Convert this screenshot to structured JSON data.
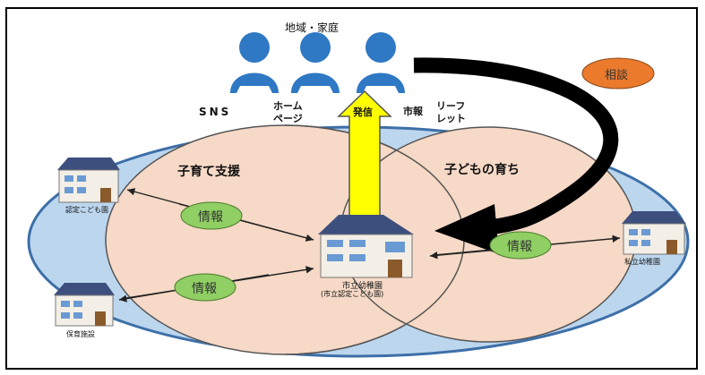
{
  "top_group": {
    "label": "地域・家庭"
  },
  "channels": {
    "sns": "SNS",
    "homepage_line1": "ホーム",
    "homepage_line2": "ページ",
    "city_newsletter": "市報",
    "leaflet_line1": "リーフ",
    "leaflet_line2": "レット"
  },
  "arrows": {
    "send": "発信",
    "consult": "相談"
  },
  "regions": {
    "left": "子育て支援",
    "right": "子どもの育ち"
  },
  "info_label": "情報",
  "facilities": {
    "center_line1": "市立幼稚園",
    "center_line2": "(市立認定こども園)",
    "certified": "認定こども園",
    "nursery": "保育施設",
    "private_kindergarten": "私立幼稚園"
  },
  "colors": {
    "person": "#2f78c4",
    "ellipse_fill": "#bcd6ee",
    "ellipse_stroke": "#3d6fa8",
    "circle_fill": "#f6d9c6",
    "info_oval": "#8fcf63",
    "consult_oval": "#ec7a2c",
    "send_arrow": "#ffff00"
  }
}
